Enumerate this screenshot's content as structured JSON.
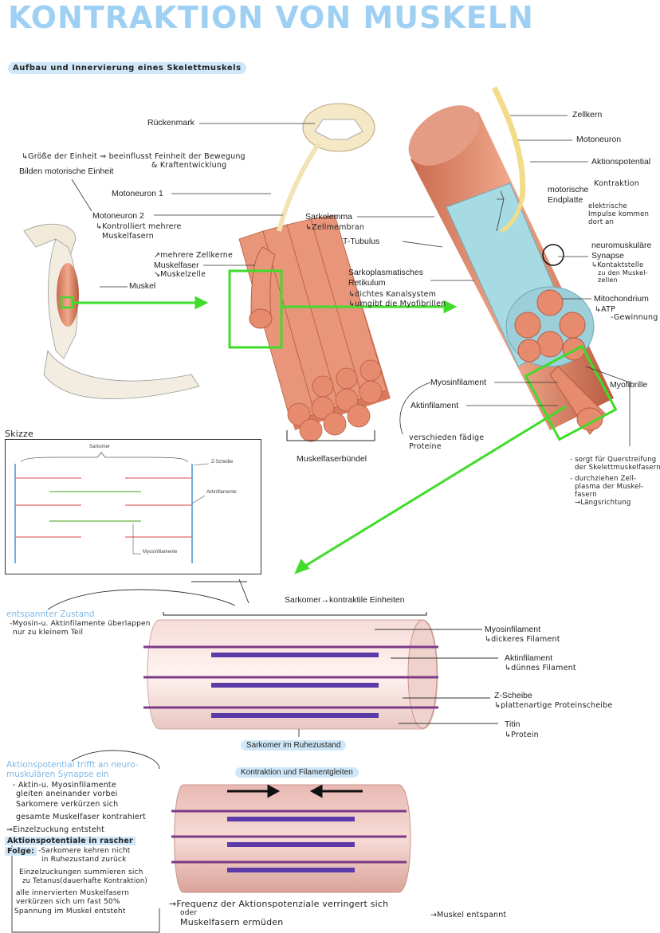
{
  "title": "Kontraktion von Muskeln",
  "subtitle": "Aufbau und Innervierung eines Skelettmuskels",
  "top": {
    "rueckenmark": "Rückenmark",
    "groesse": "↳Größe der Einheit ⇒ beeinflusst Feinheit der Bewegung",
    "kraft": "& Kraftentwicklung",
    "bilden": "Bilden motorische Einheit",
    "motoneuron1": "Motoneuron 1",
    "motoneuron2": "Motoneuron 2",
    "kontrolliert": "↳Kontrolliert mehrere",
    "muskelfasern": "Muskelfasern",
    "muskel": "Muskel",
    "mehrere_zellkerne": "↗mehrere Zellkerne",
    "muskelfaser": "Muskelfaser",
    "muskelzelle": "↘Muskelzelle",
    "sarkolemma": "Sarkolemma",
    "zellmembran": "↳Zellmembran",
    "t_tubulus": "T-Tubulus",
    "sarkoplasm1": "Sarkoplasmatisches",
    "sarkoplasm2": "Retikulum",
    "kanalsystem": "↳dichtes Kanalsystem",
    "umgibt": "↳umgibt die Myofibrillen",
    "muskelfaserbuendel": "Muskelfaserbündel",
    "zellkern": "Zellkern",
    "motoneuron": "Motoneuron",
    "aktionspotential": "Aktionspotential",
    "motorische": "motorische",
    "endplatte": "Endplatte",
    "kontraktion": "Kontraktion",
    "elektrische1": "elektrische",
    "elektrische2": "Impulse kommen",
    "elektrische3": "dort an",
    "neuromusk1": "neuromuskuläre",
    "neuromusk2": "Synapse",
    "kontaktstelle1": "↳Kontaktstelle",
    "kontaktstelle2": "zu den Muskel-",
    "kontaktstelle3": "zellen",
    "mitochondrium": "Mitochondrium",
    "atp1": "↳ATP",
    "atp2": "-Gewinnung",
    "myosinfilament": "Myosinfilament",
    "aktinfilament": "Aktinfilament",
    "verschieden1": "verschieden fädige",
    "verschieden2": "Proteine",
    "myofibrille": "Myofibrille",
    "sorgt1": "- sorgt für Querstreifung",
    "sorgt2": "der Skelettmuskelfasern",
    "durchziehen1": "- durchziehen Zell-",
    "durchziehen2": "plasma der Muskel-",
    "durchziehen3": "fasern",
    "laengs": "→Längsrichtung"
  },
  "sketch": {
    "heading": "Skizze",
    "sarkomer": "Sarkomer",
    "zscheibe": "Z-Scheibe",
    "aktinfilamente": "Aktinfilamente",
    "myosinfilamente": "Myosinfilamente"
  },
  "middle": {
    "sarkomer_einheiten": "Sarkomer→kontraktile Einheiten",
    "entspannter": "entspannter Zustand",
    "myosin_aktin1": "-Myosin-u. Aktinfilamente überlappen",
    "myosin_aktin2": "nur zu kleinem Teil",
    "myosinfilament": "Myosinfilament",
    "dickeres": "↳dickeres Filament",
    "aktinfilament": "Aktinfilament",
    "duennes": "↳dünnes Filament",
    "zscheibe": "Z-Scheibe",
    "plattenartige": "↳plattenartige Proteinscheibe",
    "titin": "Titin",
    "protein": "↳Protein",
    "ruhezustand": "Sarkomer im Ruhezustand"
  },
  "bottom": {
    "kontraktion_caption": "Kontraktion und Filamentgleiten",
    "ap1": "Aktionspotential trifft an neuro-",
    "ap2": "muskulären Synapse ein",
    "aktin1": "- Aktin-u. Myosinfilamente",
    "aktin2": "gleiten aneinander vorbei",
    "sarkomere": "Sarkomere verkürzen sich",
    "gesamte": "gesamte Muskelfaser kontrahiert",
    "einzel": "⇒Einzelzuckung entsteht",
    "rasch1": "Aktionspotentiale in rascher",
    "rasch2": "Folge:",
    "kehren1": "-Sarkomere kehren nicht",
    "kehren2": "in Ruhezustand zurück",
    "summ1": "Einzelzuckungen summieren sich",
    "summ2": "zu Tetanus(dauerhafte Kontraktion)",
    "alle1": "alle innervierten Muskelfasern",
    "alle2": "verkürzen sich um fast 50%",
    "spannung": "Spannung im Muskel entsteht",
    "frequenz": "→Frequenz der Aktionspotenziale verringert sich",
    "oder": "oder",
    "ermueden": "Muskelfasern ermüden",
    "entspannt": "→Muskel entspannt"
  }
}
